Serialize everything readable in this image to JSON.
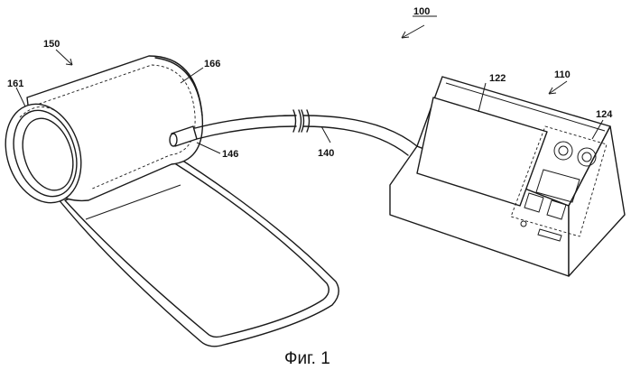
{
  "figure": {
    "caption": "Фиг. 1",
    "labels": {
      "device": "100",
      "main_body": "110",
      "display": "122",
      "operation_unit": "124",
      "tube": "140",
      "connector": "146",
      "cuff": "150",
      "cuff_edge": "161",
      "cuff_cover": "166"
    }
  }
}
